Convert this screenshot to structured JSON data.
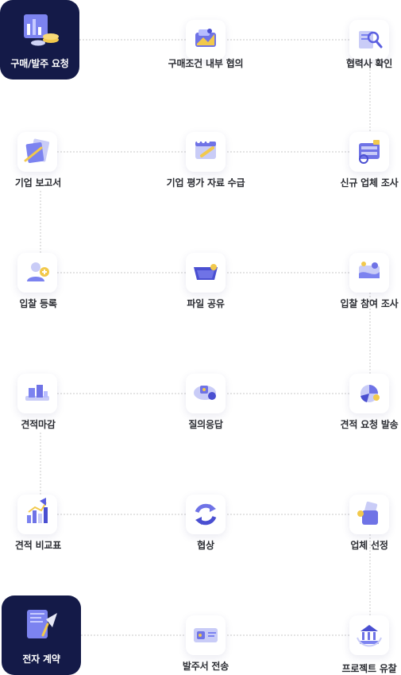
{
  "steps": [
    {
      "label": "구매/발주 요청",
      "icon": "purchase-request-icon",
      "highlight": true
    },
    {
      "label": "구매조건 내부 협의",
      "icon": "internal-discussion-icon"
    },
    {
      "label": "협력사 확인",
      "icon": "partner-check-icon"
    },
    {
      "label": "기업 보고서",
      "icon": "company-report-icon"
    },
    {
      "label": "기업 평가 자료 수급",
      "icon": "evaluation-data-icon"
    },
    {
      "label": "신규 업체 조사",
      "icon": "new-vendor-survey-icon"
    },
    {
      "label": "입찰 등록",
      "icon": "bid-registration-icon"
    },
    {
      "label": "파일 공유",
      "icon": "file-share-icon"
    },
    {
      "label": "입찰 참여 조사",
      "icon": "bid-participation-icon"
    },
    {
      "label": "견적마감",
      "icon": "quote-deadline-icon"
    },
    {
      "label": "질의응답",
      "icon": "qna-icon"
    },
    {
      "label": "견적 요청 발송",
      "icon": "quote-request-icon"
    },
    {
      "label": "견적 비교표",
      "icon": "quote-comparison-icon"
    },
    {
      "label": "협상",
      "icon": "negotiation-icon"
    },
    {
      "label": "업체 선정",
      "icon": "vendor-selection-icon"
    },
    {
      "label": "전자 계약",
      "icon": "e-contract-icon",
      "highlight": true
    },
    {
      "label": "발주서 전송",
      "icon": "po-send-icon"
    },
    {
      "label": "프로젝트 유찰",
      "icon": "project-failure-icon"
    }
  ],
  "colors": {
    "highlight_bg": "#141a48",
    "accent": "#5b5fe0",
    "line": "#c9c9c9",
    "text": "#2b2d33"
  }
}
